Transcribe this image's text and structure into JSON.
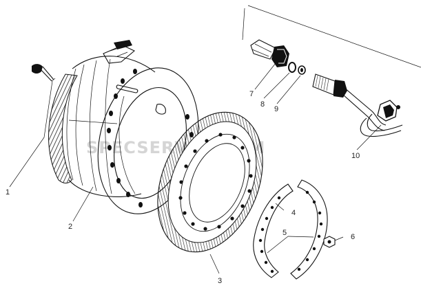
{
  "callouts": [
    "1",
    "2",
    "3",
    "4",
    "5",
    "6",
    "7",
    "8",
    "9",
    "10"
  ],
  "watermark": "SPECSERVER.COM"
}
